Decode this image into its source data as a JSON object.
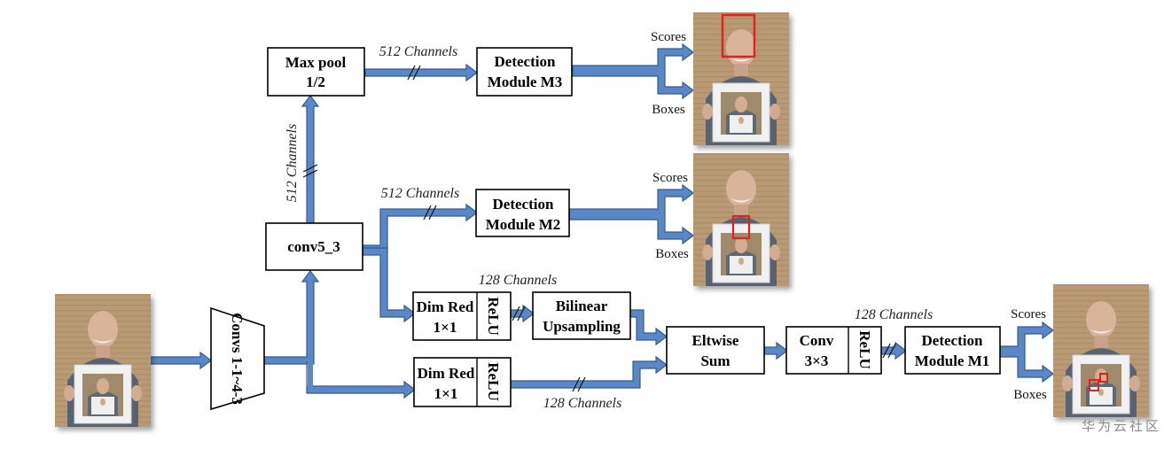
{
  "colors": {
    "arrow": "#5b88c4",
    "arrow_outline": "#2f5d9a",
    "box_border": "#000000",
    "detection_box": "#e02020"
  },
  "blocks": {
    "convs": "Convs 1-1~4-3",
    "conv5": "conv5_3",
    "maxpool": [
      "Max pool",
      "1/2"
    ],
    "m3": [
      "Detection",
      "Module M3"
    ],
    "m2": [
      "Detection",
      "Module M2"
    ],
    "m1": [
      "Detection",
      "Module M1"
    ],
    "dimred_top": [
      "Dim Red",
      "1×1"
    ],
    "dimred_bottom": [
      "Dim Red",
      "1×1"
    ],
    "relu": "ReLU",
    "bilinear": [
      "Bilinear",
      "Upsampling"
    ],
    "eltwise": [
      "Eltwise",
      "Sum"
    ],
    "conv3": [
      "Conv",
      "3×3"
    ]
  },
  "labels": {
    "ch512_vertical": "512 Channels",
    "ch512_top": "512 Channels",
    "ch512_mid": "512 Channels",
    "ch128_top": "128 Channels",
    "ch128_bottom": "128 Channels",
    "ch128_right": "128 Channels"
  },
  "outputs": {
    "m3": [
      "Scores",
      "Boxes"
    ],
    "m2": [
      "Scores",
      "Boxes"
    ],
    "m1": [
      "Scores",
      "Boxes"
    ]
  },
  "images": {
    "input": "input-photo",
    "m3": "output-photo-large-face",
    "m2": "output-photo-medium-face",
    "m1": "output-photo-small-face"
  },
  "watermark": "华为云社区"
}
